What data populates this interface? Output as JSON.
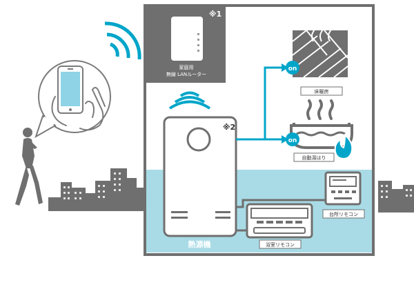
{
  "labels": {
    "note_1": "※1",
    "note_2": "※2",
    "router_line1": "家庭用",
    "router_line2": "無線 LANルーター",
    "floor_heating": "床暖房",
    "auto_bath": "自動湯はり",
    "kitchen_remote": "台所リモコン",
    "bath_remote": "浴室リモコン",
    "heat_source": "熱源機",
    "on_badge": "on"
  },
  "colors": {
    "accent": "#00a5c9",
    "gray": "#7a7a7a",
    "dark_gray": "#6f6f6f",
    "light_blue": "#a9dbe6",
    "building": "#d0d0d0",
    "window": "#f0f0f0"
  },
  "icons": [
    "wifi-signal-icon",
    "smartphone-icon",
    "hand-icon",
    "person-icon",
    "router-icon",
    "floor-heating-icon",
    "bathtub-icon",
    "flame-icon",
    "steam-icon"
  ]
}
